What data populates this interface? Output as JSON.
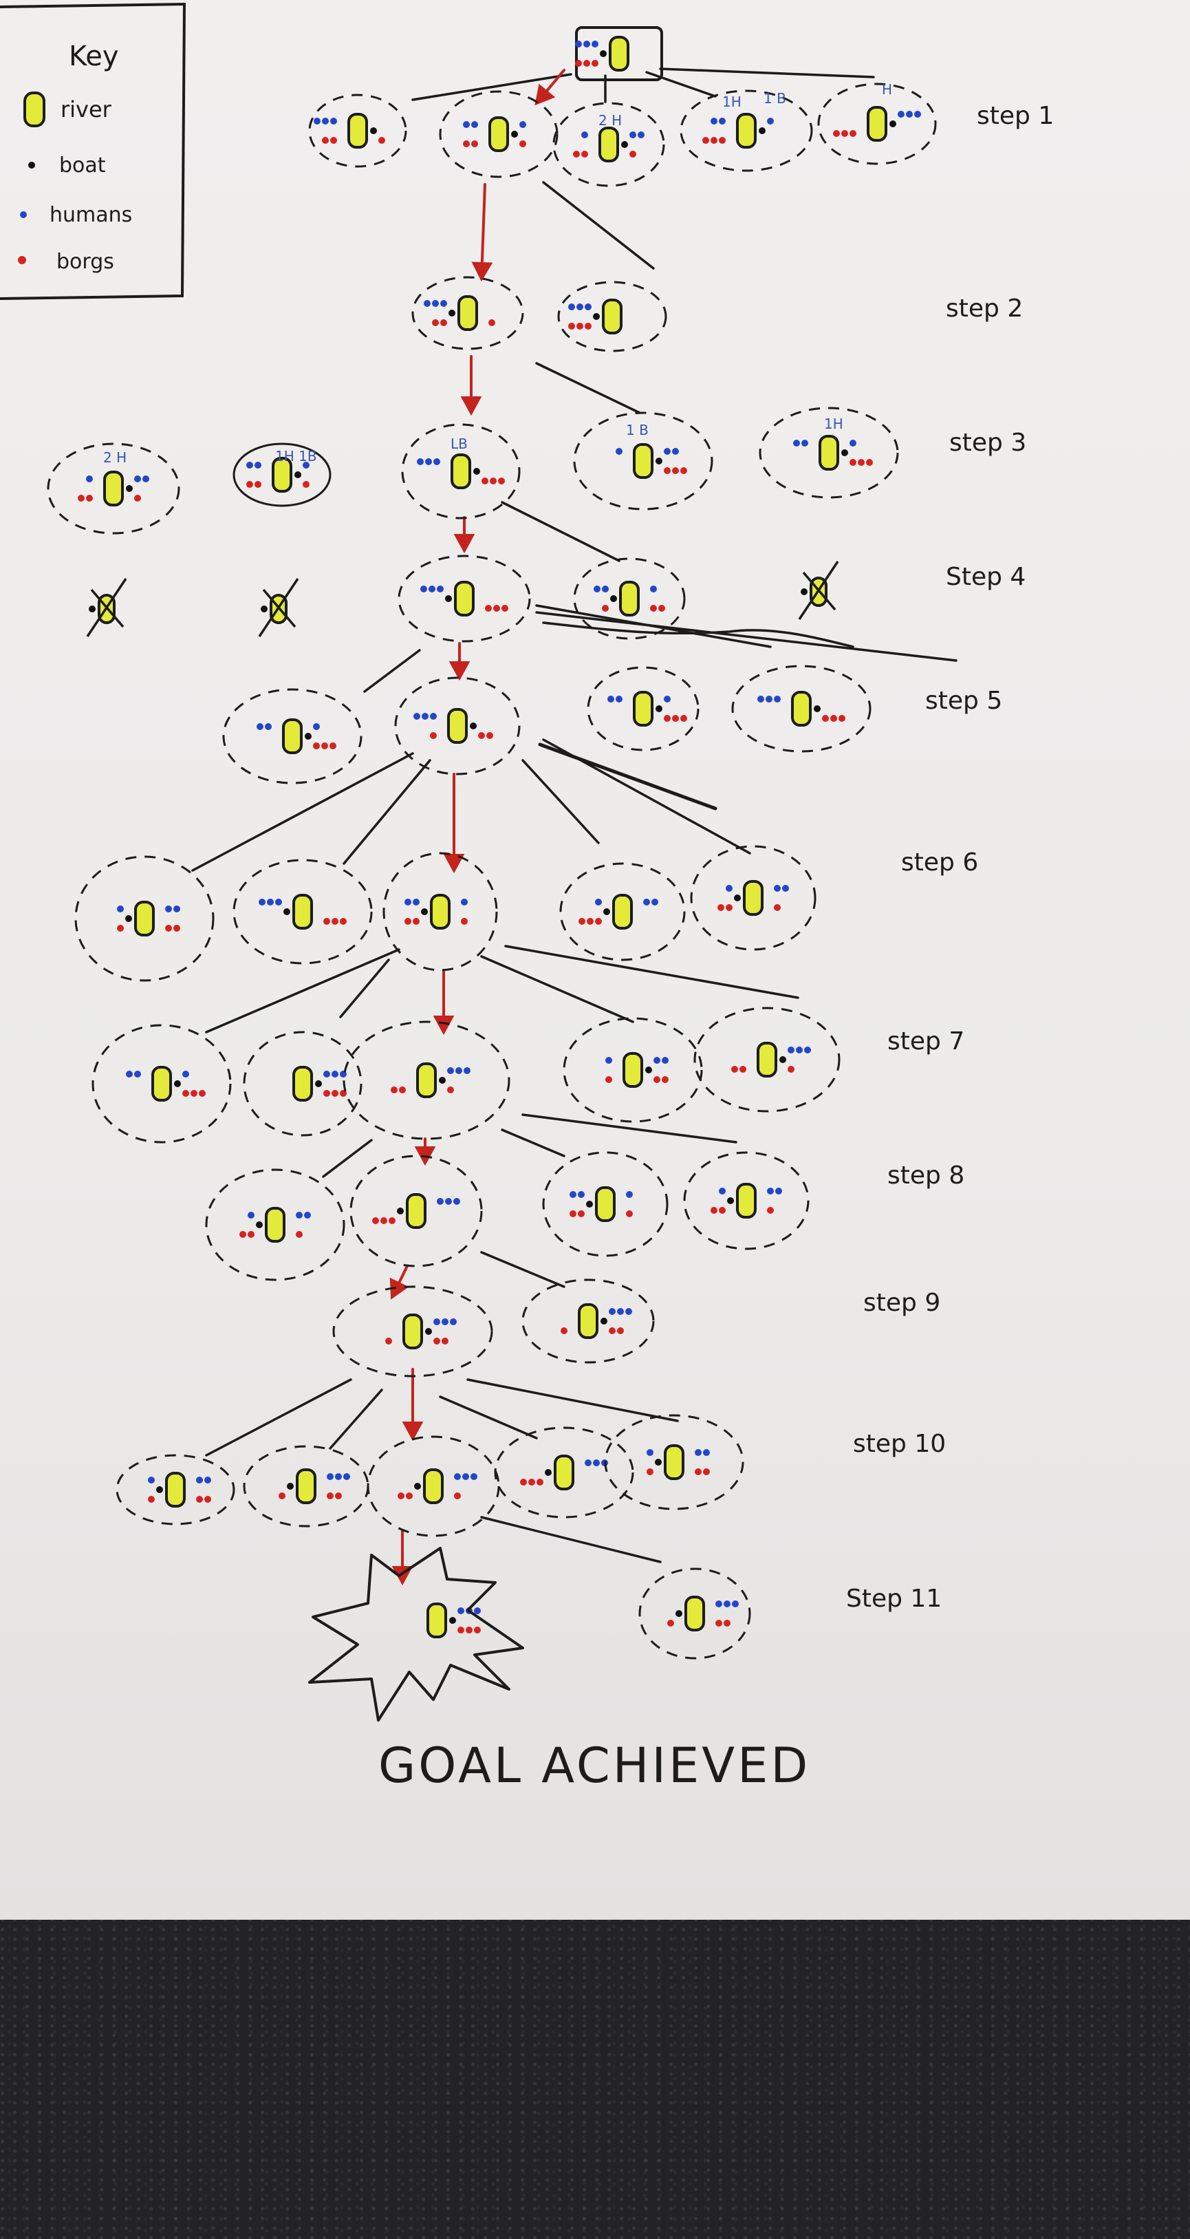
{
  "key": {
    "title": "Key",
    "items": [
      {
        "symbol": "river",
        "label": "river"
      },
      {
        "symbol": "boat",
        "label": "boat"
      },
      {
        "symbol": "human",
        "label": "humans"
      },
      {
        "symbol": "borg",
        "label": "borgs"
      }
    ]
  },
  "colors": {
    "river": "#e3ea3a",
    "river_stroke": "#1d1d1d",
    "human": "#2446c8",
    "borg": "#d6231f",
    "boat": "#111111",
    "ink": "#1c1c1c",
    "arrow": "#c5231d",
    "label_blue": "#3a55b8"
  },
  "steps": [
    "step 1",
    "step 2",
    "step 3",
    "Step 4",
    "step 5",
    "step 6",
    "step 7",
    "step 8",
    "step 9",
    "step 10",
    "Step 11"
  ],
  "goal": "GOAL ACHIEVED",
  "node_labels": {
    "s1_2h": "2 H",
    "s1_1h": "1H",
    "s1_1b": "1 B",
    "s1_h": "H",
    "s3_2h": "2 H",
    "s3_1h1b": "1H 1B",
    "s3_lb": "LB",
    "s3_1b": "1 B",
    "s3_1h": "1H"
  }
}
